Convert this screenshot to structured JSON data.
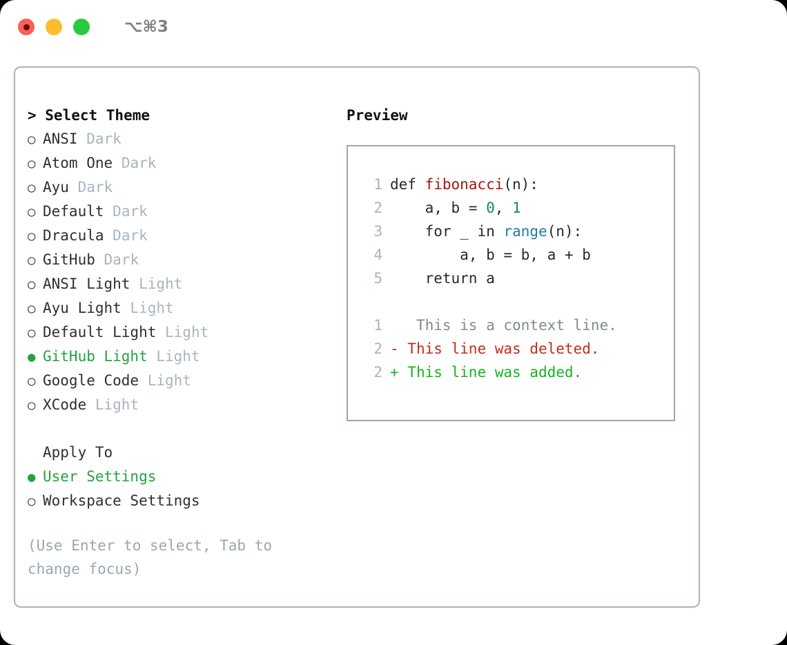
{
  "window": {
    "shortcut": "⌥⌘3",
    "traffic_lights": [
      {
        "name": "close-button",
        "color": "#fc5f57"
      },
      {
        "name": "minimize-button",
        "color": "#febc2e"
      },
      {
        "name": "maximize-button",
        "color": "#27c93f"
      }
    ]
  },
  "colors": {
    "accent_green": "#22a33f",
    "muted": "#aab4c0",
    "hint": "#9aa5b4",
    "border": "#a8b2c1",
    "diff_add": "#16b320",
    "diff_del": "#c42b1c"
  },
  "theme_list": {
    "heading": "> Select Theme",
    "items": [
      {
        "marker": "○",
        "name": "ANSI",
        "tag": "Dark",
        "selected": false
      },
      {
        "marker": "○",
        "name": "Atom One",
        "tag": "Dark",
        "selected": false
      },
      {
        "marker": "○",
        "name": "Ayu",
        "tag": "Dark",
        "selected": false
      },
      {
        "marker": "○",
        "name": "Default",
        "tag": "Dark",
        "selected": false
      },
      {
        "marker": "○",
        "name": "Dracula",
        "tag": "Dark",
        "selected": false
      },
      {
        "marker": "○",
        "name": "GitHub",
        "tag": "Dark",
        "selected": false
      },
      {
        "marker": "○",
        "name": "ANSI Light",
        "tag": "Light",
        "selected": false
      },
      {
        "marker": "○",
        "name": "Ayu Light",
        "tag": "Light",
        "selected": false
      },
      {
        "marker": "○",
        "name": "Default Light",
        "tag": "Light",
        "selected": false
      },
      {
        "marker": "●",
        "name": "GitHub Light",
        "tag": "Light",
        "selected": true
      },
      {
        "marker": "○",
        "name": "Google Code",
        "tag": "Light",
        "selected": false
      },
      {
        "marker": "○",
        "name": "XCode",
        "tag": "Light",
        "selected": false
      }
    ]
  },
  "apply_to": {
    "heading": "Apply To",
    "options": [
      {
        "marker": "●",
        "name": "User Settings",
        "selected": true
      },
      {
        "marker": "○",
        "name": "Workspace Settings",
        "selected": false
      }
    ]
  },
  "hint": "(Use Enter to select, Tab to change focus)",
  "preview": {
    "title": "Preview",
    "code_lines": [
      {
        "num": "1",
        "segments": [
          {
            "text": "def ",
            "style": "plain"
          },
          {
            "text": "fibonacci",
            "style": "fn"
          },
          {
            "text": "(n):",
            "style": "plain"
          }
        ]
      },
      {
        "num": "2",
        "segments": [
          {
            "text": "    a, b = ",
            "style": "plain"
          },
          {
            "text": "0",
            "style": "num"
          },
          {
            "text": ", ",
            "style": "plain"
          },
          {
            "text": "1",
            "style": "num"
          }
        ]
      },
      {
        "num": "3",
        "segments": [
          {
            "text": "    for _ in ",
            "style": "plain"
          },
          {
            "text": "range",
            "style": "call"
          },
          {
            "text": "(n):",
            "style": "plain"
          }
        ]
      },
      {
        "num": "4",
        "segments": [
          {
            "text": "        a, b = b, a + b",
            "style": "plain"
          }
        ]
      },
      {
        "num": "5",
        "segments": [
          {
            "text": "    return a",
            "style": "plain"
          }
        ]
      }
    ],
    "diff_lines": [
      {
        "num": "1",
        "sign": " ",
        "text": "  This is a context line.",
        "kind": "ctx"
      },
      {
        "num": "2",
        "sign": "-",
        "text": " This line was deleted.",
        "kind": "del"
      },
      {
        "num": "2",
        "sign": "+",
        "text": " This line was added.",
        "kind": "add"
      }
    ]
  }
}
